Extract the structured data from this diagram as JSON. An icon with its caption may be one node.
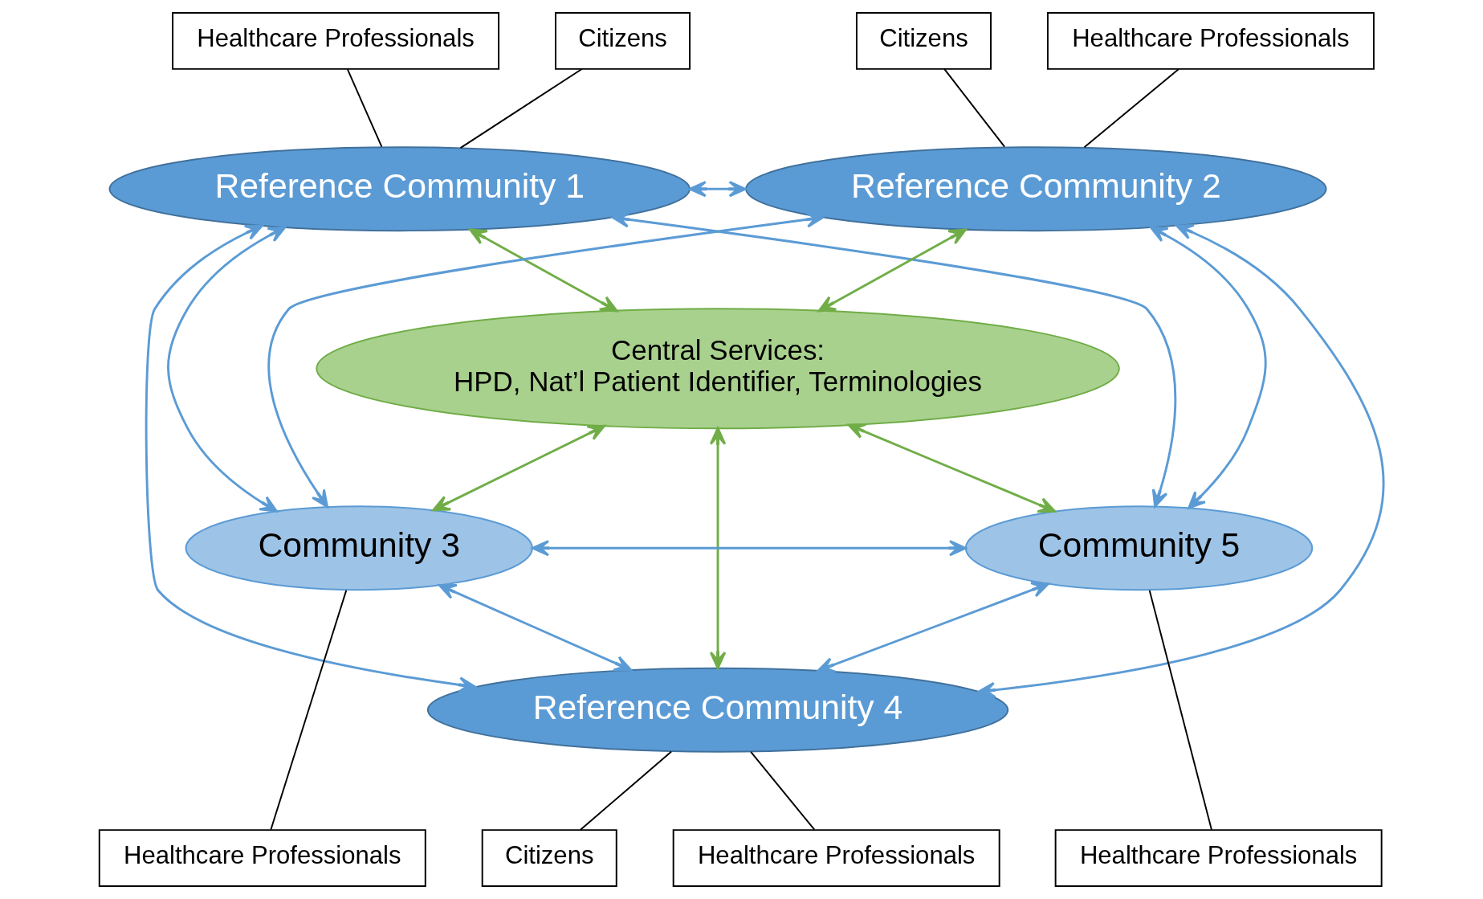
{
  "diagram": {
    "nodes": [
      {
        "text": [
          "Healthcare Professionals"
        ]
      },
      {
        "text": [
          "Citizens"
        ]
      },
      {
        "text": [
          "Reference Community 1"
        ]
      },
      {
        "text": [
          "Reference Community 2"
        ]
      },
      {
        "text": [
          "Citizens"
        ]
      },
      {
        "text": [
          "Healthcare Professionals"
        ]
      },
      {
        "text": [
          "Central Services:",
          "HPD, Nat’l Patient Identifier, Terminologies"
        ]
      },
      {
        "text": [
          "Community 5"
        ]
      },
      {
        "text": [
          "Community 3"
        ]
      },
      {
        "text": [
          "Reference Community 4"
        ]
      },
      {
        "text": [
          "Healthcare Professionals"
        ]
      },
      {
        "text": [
          "Healthcare Professionals"
        ]
      },
      {
        "text": [
          "Citizens"
        ]
      },
      {
        "text": [
          "Healthcare Professionals"
        ]
      }
    ],
    "edges": [
      {
        "from": 0,
        "to": 2,
        "arrow": "none",
        "color": "#000000"
      },
      {
        "from": 1,
        "to": 2,
        "arrow": "none",
        "color": "#000000"
      },
      {
        "from": 2,
        "to": 3,
        "arrow": "both"
      },
      {
        "from": 2,
        "to": 7,
        "arrow": "both"
      },
      {
        "from": 3,
        "to": 8,
        "arrow": "both"
      },
      {
        "from": 3,
        "to": 4,
        "arrow": "none",
        "color": "#000000"
      },
      {
        "from": 3,
        "to": 5,
        "arrow": "none",
        "color": "#000000"
      },
      {
        "from": 3,
        "to": 6,
        "arrow": "both",
        "color": "#70ad47"
      },
      {
        "from": 2,
        "to": 6,
        "arrow": "both",
        "color": "#70ad47"
      },
      {
        "from": 2,
        "to": 8,
        "arrow": "both"
      },
      {
        "from": 2,
        "to": 9,
        "arrow": "both"
      },
      {
        "from": 6,
        "to": 8,
        "arrow": "both",
        "color": "#70ad47"
      },
      {
        "from": 6,
        "to": 9,
        "arrow": "both",
        "color": "#70ad47"
      },
      {
        "from": 6,
        "to": 7,
        "arrow": "both",
        "color": "#70ad47"
      },
      {
        "from": 3,
        "to": 7,
        "arrow": "both"
      },
      {
        "from": 3,
        "to": 9,
        "arrow": "both"
      },
      {
        "from": 8,
        "to": 7,
        "arrow": "both"
      },
      {
        "from": 8,
        "to": 9,
        "arrow": "both"
      },
      {
        "from": 9,
        "to": 7,
        "arrow": "both"
      },
      {
        "from": 7,
        "to": 10,
        "arrow": "none",
        "color": "#000000"
      },
      {
        "from": 8,
        "to": 11,
        "arrow": "none",
        "color": "#000000"
      },
      {
        "from": 9,
        "to": 12,
        "arrow": "none",
        "color": "#000000"
      },
      {
        "from": 9,
        "to": 13,
        "arrow": "none",
        "color": "#000000"
      }
    ]
  }
}
